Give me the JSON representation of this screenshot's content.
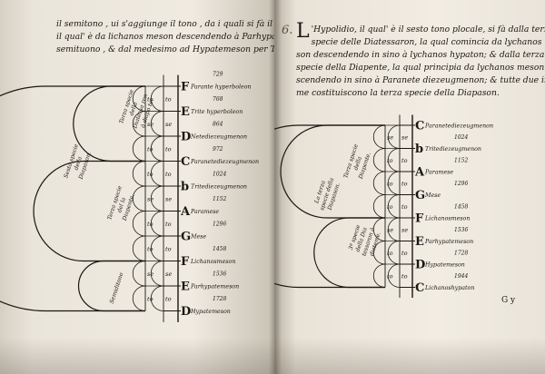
{
  "left": {
    "text_lines": [
      "il semitono , ui s'aggiunge il tono , da i quali si fà il semiditono,",
      "il qual' è da lichanos meson descendendo à Parhypatemeson per",
      "semituono , & dal medesimo ad Hypatemeson per Tono."
    ],
    "arc_labels": {
      "outer": "Sesta specie della Diapason.",
      "upper": "Terza specie della Diatessa ron ò diapo te.",
      "middle": "Terza specie del la Diapente.",
      "lower": "Semiditono"
    },
    "scale": [
      {
        "note": "F",
        "name": "Parante hyperboleon",
        "num": "729"
      },
      {
        "note": "E",
        "name": "Trite hyperboleon",
        "num": "768"
      },
      {
        "note": "D",
        "name": "Netediezeugmenon",
        "num": "864"
      },
      {
        "note": "C",
        "name": "Paranetediezeugmenon",
        "num": "972"
      },
      {
        "note": "b",
        "name": "Tritediezeugmenon",
        "num": "1024"
      },
      {
        "note": "A",
        "name": "Paramese",
        "num": "1152"
      },
      {
        "note": "G",
        "name": "Mese",
        "num": "1296"
      },
      {
        "note": "F",
        "name": "Lichanosmeson",
        "num": "1458"
      },
      {
        "note": "E",
        "name": "Parhypatemeson",
        "num": "1536"
      },
      {
        "note": "D",
        "name": "Hypatemeson",
        "num": "1728"
      }
    ],
    "intervals": [
      "to",
      "se",
      "to",
      "to",
      "se",
      "to",
      "to",
      "se",
      "to"
    ]
  },
  "right": {
    "page_number": "6.",
    "drop_cap": "L",
    "text_lines": [
      "'Hypolidio, il qual' è il sesto tono plocale, si fà dalla terza",
      "specie delle Diatessaron, la qual comincia da lychanos me",
      "son descendendo in sino à lychanos hypaton; & dalla terza",
      "specie della Diapente, la qual principia da lychanos meson as",
      "scendendo in sino à Paranete diezeugmenon; & tutte due insie",
      "me costituiscono la terza specie della Diapason."
    ],
    "arc_labels": {
      "outer": "La terza specie della Diapason.",
      "upper": "Terza specie della Diapente.",
      "lower": "3ª specie della Dia tessaron ò diateme."
    },
    "scale": [
      {
        "note": "C",
        "name": "Paranetediezeugmenon",
        "num": ""
      },
      {
        "note": "b",
        "name": "Tritediezeugmenon",
        "num": "1024"
      },
      {
        "note": "A",
        "name": "Paramese",
        "num": "1152"
      },
      {
        "note": "G",
        "name": "Mese",
        "num": "1296"
      },
      {
        "note": "F",
        "name": "Lichanosmeson",
        "num": "1458"
      },
      {
        "note": "E",
        "name": "Parhypatemeson",
        "num": "1536"
      },
      {
        "note": "D",
        "name": "Hypatemeson",
        "num": "1728"
      },
      {
        "note": "C",
        "name": "Lichanoshypaton",
        "num": "1944"
      }
    ],
    "intervals": [
      "se",
      "to",
      "to",
      "to",
      "se",
      "to",
      "to"
    ],
    "signature": "G y"
  }
}
